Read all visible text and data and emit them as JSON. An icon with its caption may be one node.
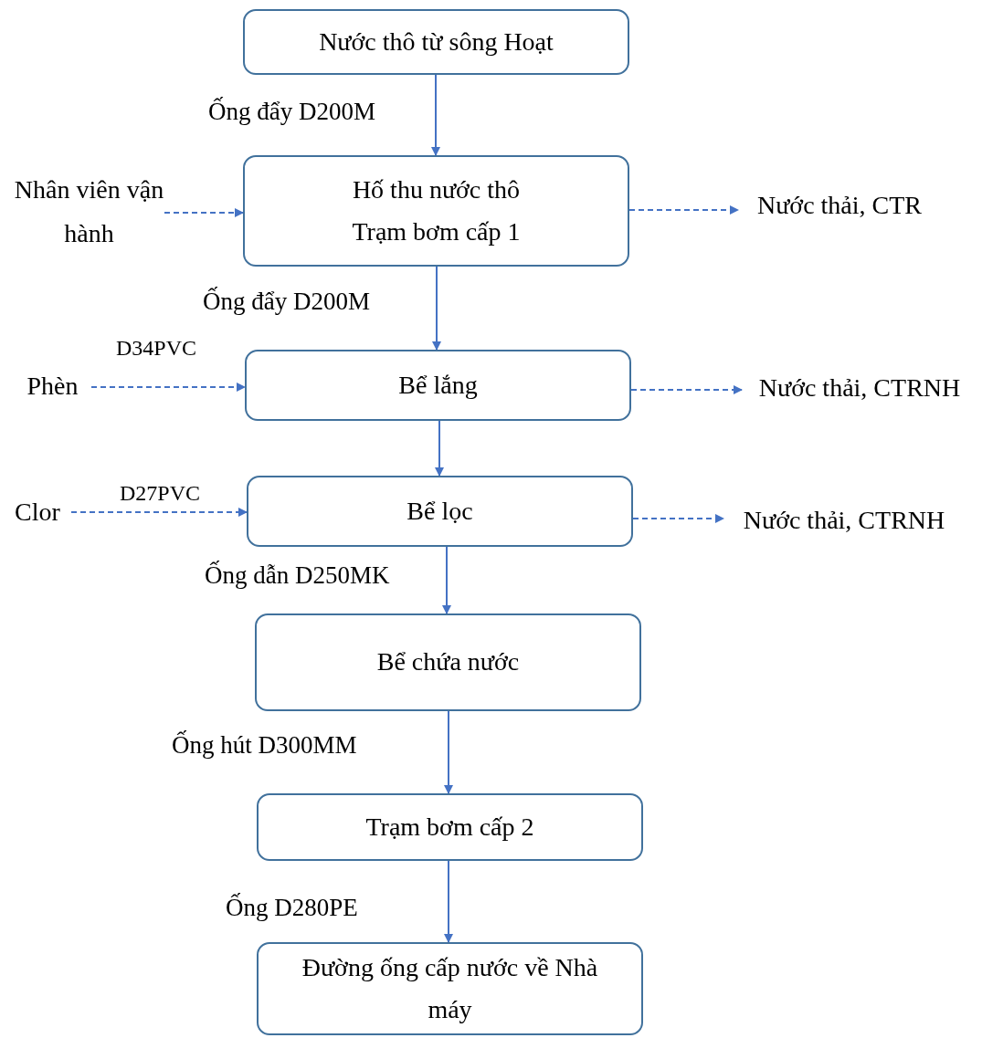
{
  "diagram": {
    "nodes": [
      {
        "text": [
          "Nước thô từ sông Hoạt"
        ]
      },
      {
        "text": [
          "Hố thu nước thô",
          "Trạm bơm cấp 1"
        ]
      },
      {
        "text": [
          "Bể lắng"
        ]
      },
      {
        "text": [
          "Bể lọc"
        ]
      },
      {
        "text": [
          "Bể chứa nước"
        ]
      },
      {
        "text": [
          "Trạm bơm cấp 2"
        ]
      },
      {
        "text": [
          "Đường ống cấp nước về Nhà máy"
        ]
      },
      {
        "text": [
          "Nhân viên vận hành"
        ]
      },
      {
        "text": [
          "Nước thải, CTR"
        ]
      },
      {
        "text": [
          "Phèn"
        ]
      },
      {
        "text": [
          "Nước thải, CTRNH"
        ]
      },
      {
        "text": [
          "Clor"
        ]
      },
      {
        "text": [
          "Nước thải, CTRNH"
        ]
      }
    ],
    "edges": [
      {
        "from": 0,
        "to": 1,
        "arrow": "to",
        "label": "Ống đẩy D200M"
      },
      {
        "from": 1,
        "to": 2,
        "arrow": "to",
        "label": "Ống đẩy D200M"
      },
      {
        "from": 2,
        "to": 3,
        "arrow": "to"
      },
      {
        "from": 3,
        "to": 4,
        "arrow": "to",
        "label": "Ống dẫn D250MK"
      },
      {
        "from": 4,
        "to": 5,
        "arrow": "to",
        "label": "Ống hút D300MM"
      },
      {
        "from": 5,
        "to": 6,
        "arrow": "to",
        "label": "Ống D280PE"
      },
      {
        "from": 7,
        "to": 1,
        "arrow": "to",
        "style": "dashed"
      },
      {
        "from": 1,
        "to": 8,
        "arrow": "to",
        "style": "dashed"
      },
      {
        "from": 9,
        "to": 2,
        "arrow": "to",
        "style": "dashed",
        "label": "D34PVC"
      },
      {
        "from": 2,
        "to": 10,
        "arrow": "to",
        "style": "dashed"
      },
      {
        "from": 11,
        "to": 3,
        "arrow": "to",
        "style": "dashed",
        "label": "D27PVC"
      },
      {
        "from": 3,
        "to": 12,
        "arrow": "to",
        "style": "dashed"
      }
    ]
  }
}
